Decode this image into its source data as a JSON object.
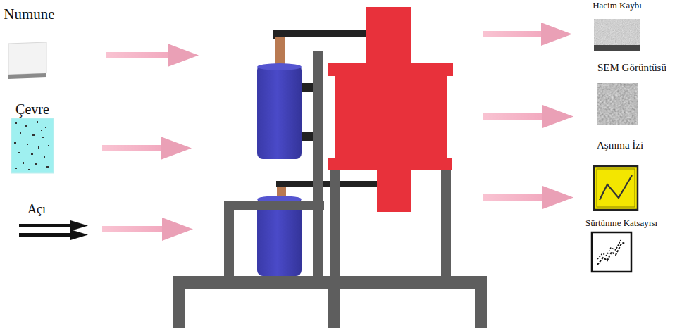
{
  "diagram": {
    "nodes": [
      {
        "text": [
          "Numune"
        ]
      },
      {
        "text": [
          "Çevre"
        ]
      },
      {
        "text": [
          "Açı"
        ]
      },
      {
        "text": [
          "Hacim Kaybı"
        ]
      },
      {
        "text": [
          "SEM Görüntüsü"
        ]
      },
      {
        "text": [
          "Aşınma İzi"
        ]
      },
      {
        "text": [
          "Sürtünme Katsayısı"
        ]
      }
    ]
  }
}
